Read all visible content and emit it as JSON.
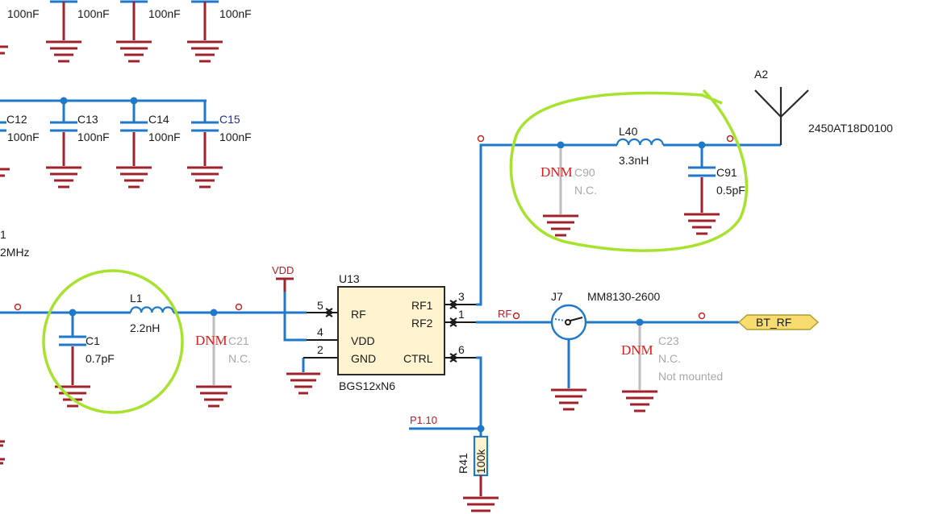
{
  "top_row": {
    "cap_values": [
      "100nF",
      "100nF",
      "100nF",
      "100nF"
    ]
  },
  "second_row": {
    "refs": [
      "C12",
      "C13",
      "C14",
      "C15"
    ],
    "values": [
      "100nF",
      "100nF",
      "100nF",
      "100nF"
    ]
  },
  "crystal_fragment": {
    "line1": "1",
    "line2": "2MHz"
  },
  "input_filter": {
    "c1_ref": "C1",
    "c1_val": "0.7pF",
    "l1_ref": "L1",
    "l1_val": "2.2nH",
    "c21_dnm": "DNM",
    "c21_ref": "C21",
    "c21_nc": "N.C."
  },
  "switch": {
    "ref": "U13",
    "part": "BGS12xN6",
    "vdd_net": "VDD",
    "pin_labels": {
      "rf": "RF",
      "vdd": "VDD",
      "gnd": "GND",
      "rf1": "RF1",
      "rf2": "RF2",
      "ctrl": "CTRL"
    },
    "pin_numbers": {
      "p5": "5",
      "p4": "4",
      "p2": "2",
      "p3": "3",
      "p1": "1",
      "p6": "6"
    }
  },
  "control": {
    "net": "P1.10",
    "r_ref": "R41",
    "r_val": "100k"
  },
  "antenna_match": {
    "c90_dnm": "DNM",
    "c90_ref": "C90",
    "c90_nc": "N.C.",
    "l40_ref": "L40",
    "l40_val": "3.3nH",
    "c91_ref": "C91",
    "c91_val": "0.5pF",
    "ant_ref": "A2",
    "ant_part": "2450AT18D0100"
  },
  "rf_output": {
    "net_rf": "RF",
    "j7_ref": "J7",
    "j7_part": "MM8130-2600",
    "c23_dnm": "DNM",
    "c23_ref": "C23",
    "c23_nc": "N.C.",
    "c23_note": "Not mounted",
    "port_name": "BT_RF"
  },
  "colors": {
    "wire": "#1f78c8",
    "ground": "#a0222c",
    "highlight": "#a6e22e",
    "dnm": "#d42020",
    "ic_fill": "#fff4cf",
    "not_connected": "#a8a8a8"
  }
}
